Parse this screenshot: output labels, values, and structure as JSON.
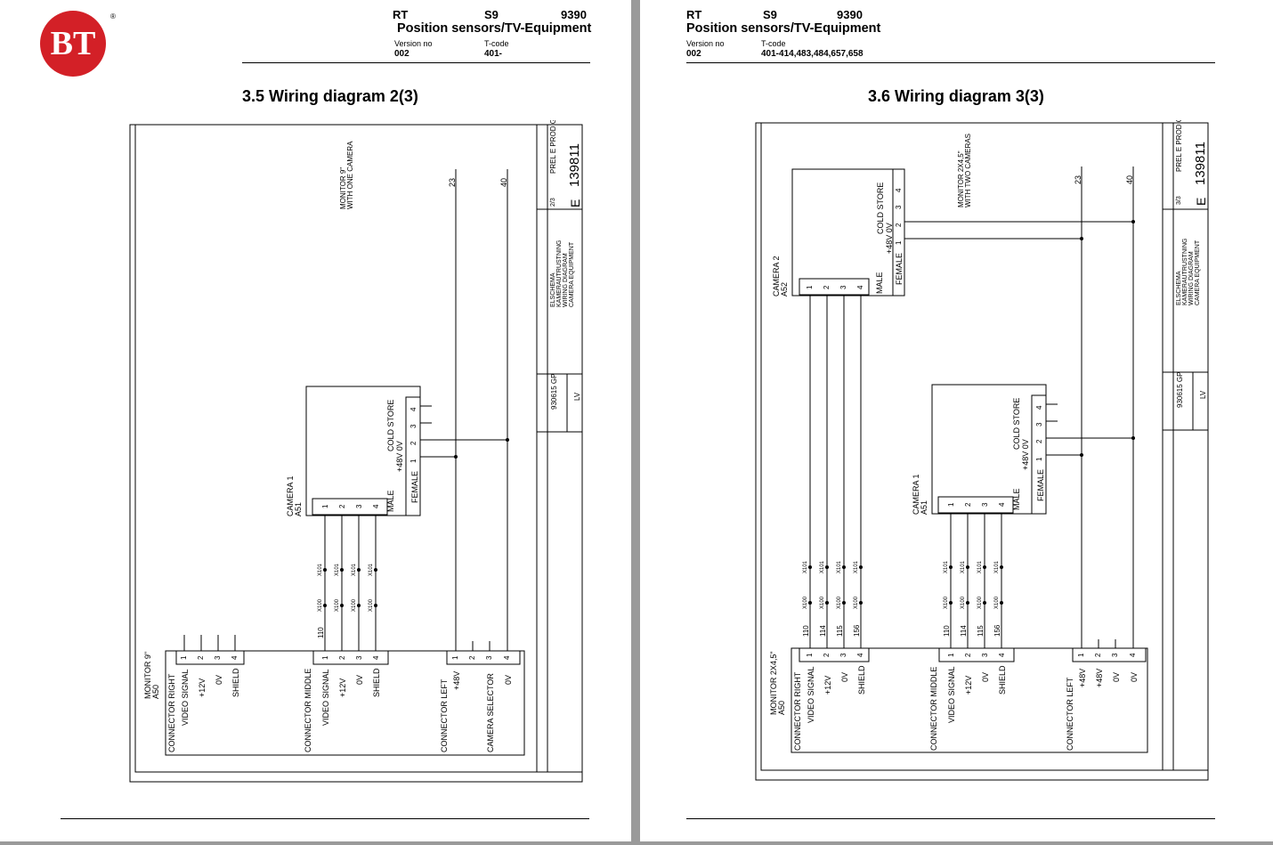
{
  "brand": {
    "logo_text": "BT",
    "registered": "®"
  },
  "left": {
    "header": {
      "top_row": [
        "RT",
        "S9",
        "9390"
      ],
      "title": "Position sensors/TV-Equipment",
      "version_label": "Version no",
      "version_value": "002",
      "tcode_label": "T-code",
      "tcode_value": "401-"
    },
    "section_title": "3.5  Wiring diagram 2(3)",
    "diagram": {
      "monitor_note": [
        "MONITOR 9\"",
        "WITH ONE CAMERA"
      ],
      "wire_numbers": [
        "23",
        "40"
      ],
      "camera": {
        "name": "CAMERA 1",
        "ref": "A51",
        "male": "MALE",
        "female": "FEMALE",
        "cold_store": "COLD STORE",
        "power": "+48V  0V",
        "pins_male": [
          "1",
          "2",
          "3",
          "4"
        ],
        "pins_female": [
          "1",
          "2",
          "3",
          "4"
        ]
      },
      "x101": [
        "X101",
        "X101",
        "X101",
        "X101"
      ],
      "x100": [
        "X100",
        "X100",
        "X100",
        "X100"
      ],
      "cable_nums": [
        "110"
      ],
      "monitor": {
        "name": "MONITOR 9\"",
        "ref": "A50"
      },
      "conn_right": {
        "title": "CONNECTOR RIGHT",
        "pins": [
          "1",
          "2",
          "3",
          "4"
        ],
        "labels": [
          "VIDEO SIGNAL",
          "+12V",
          "0V",
          "SHIELD"
        ]
      },
      "conn_middle": {
        "title": "CONNECTOR MIDDLE",
        "pins": [
          "1",
          "2",
          "3",
          "4"
        ],
        "labels": [
          "VIDEO SIGNAL",
          "+12V",
          "0V",
          "SHIELD"
        ]
      },
      "conn_left": {
        "title": "CONNECTOR LEFT",
        "pins": [
          "1",
          "2",
          "3",
          "4"
        ],
        "labels": [
          "+48V",
          "",
          "CAMERA SELECTOR",
          "0V"
        ]
      },
      "title_block": {
        "sheet": "2/3",
        "rev": "PREL E  PROD G",
        "drawing_no": "139811",
        "size": "E",
        "desc": [
          "ELSCHEMA",
          "KAMERAUTRUSTNING",
          "WIRING DIAGRAM",
          "CAMERA EQUIPMENT"
        ],
        "drawn": "930615 GP",
        "approved": "LV"
      }
    }
  },
  "right": {
    "header": {
      "top_row": [
        "RT",
        "S9",
        "9390"
      ],
      "title": "Position sensors/TV-Equipment",
      "version_label": "Version no",
      "version_value": "002",
      "tcode_label": "T-code",
      "tcode_value": "401-414,483,484,657,658"
    },
    "section_title": "3.6  Wiring diagram 3(3)",
    "diagram": {
      "monitor_note": [
        "MONITOR 2X4,5\"",
        "WITH TWO CAMERAS"
      ],
      "wire_numbers": [
        "23",
        "40"
      ],
      "camera2": {
        "name": "CAMERA 2",
        "ref": "A52",
        "male": "MALE",
        "female": "FEMALE",
        "cold_store": "COLD STORE",
        "power": "+48V  0V"
      },
      "camera1": {
        "name": "CAMERA 1",
        "ref": "A51",
        "male": "MALE",
        "female": "FEMALE",
        "cold_store": "COLD STORE",
        "power": "+48V  0V"
      },
      "pins": [
        "1",
        "2",
        "3",
        "4"
      ],
      "x101": [
        "X101",
        "X101",
        "X101",
        "X101"
      ],
      "x100": [
        "X100",
        "X100",
        "X100",
        "X100"
      ],
      "cable_nums_right": [
        "110",
        "114",
        "115",
        "156"
      ],
      "cable_nums_middle": [
        "110",
        "114",
        "115",
        "156"
      ],
      "monitor": {
        "name": "MONITOR 2X4,5\"",
        "ref": "A50"
      },
      "conn_right": {
        "title": "CONNECTOR RIGHT",
        "labels": [
          "VIDEO SIGNAL",
          "+12V",
          "0V",
          "SHIELD"
        ]
      },
      "conn_middle": {
        "title": "CONNECTOR MIDDLE",
        "labels": [
          "VIDEO SIGNAL",
          "+12V",
          "0V",
          "SHIELD"
        ]
      },
      "conn_left": {
        "title": "CONNECTOR LEFT",
        "labels": [
          "+48V",
          "+48V",
          "0V",
          "0V"
        ]
      },
      "title_block": {
        "sheet": "3/3",
        "rev": "PREL E  PROD G",
        "drawing_no": "139811",
        "size": "E",
        "desc": [
          "ELSCHEMA",
          "KAMERAUTRUSTNING",
          "WIRING DIAGRAM",
          "CAMERA EQUIPMENT"
        ],
        "drawn": "930615 GP",
        "approved": "LV"
      }
    }
  }
}
